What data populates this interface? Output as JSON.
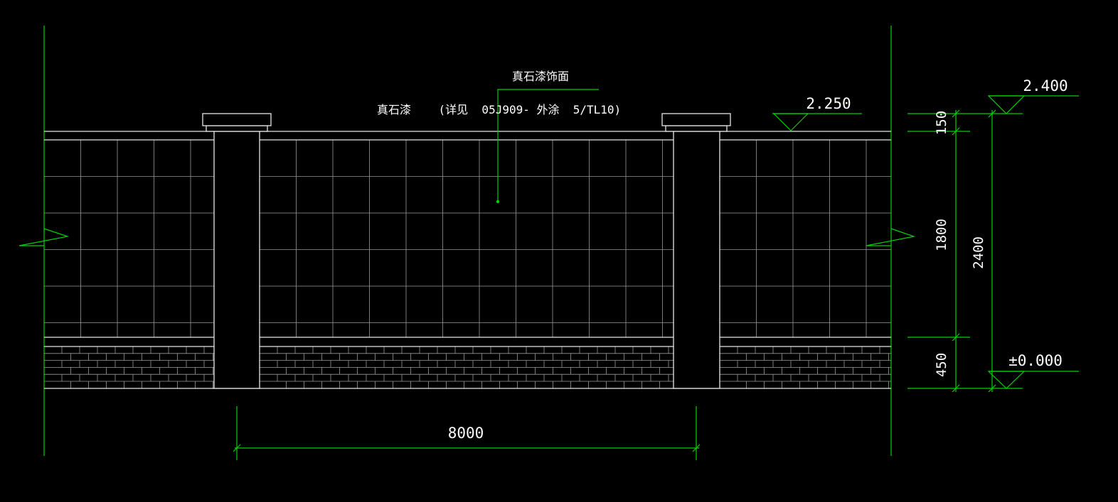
{
  "drawing": {
    "background": "#000000",
    "colors": {
      "outline": "#e8e8e8",
      "grid": "#9a9a9a",
      "dim": "#00d000"
    },
    "labels": {
      "finish_title": "真石漆饰面",
      "finish_note": "真石漆    (详见  05J909- 外涂  5/TL10)"
    },
    "levels": {
      "pillar_top": "2.250",
      "wall_top": "2.400",
      "ground": "±0.000"
    },
    "dimensions": {
      "span": "8000",
      "cap": "150",
      "panel": "1800",
      "base": "450",
      "total": "2400"
    }
  }
}
